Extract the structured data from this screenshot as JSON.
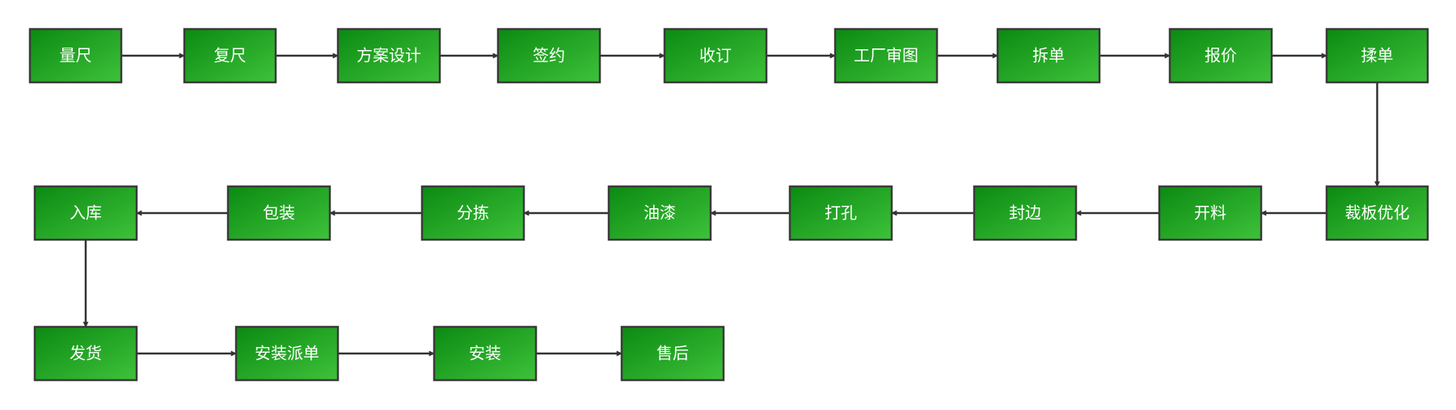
{
  "diagram": {
    "colors": {
      "node_fill_start": "#0b8a12",
      "node_fill_end": "#3ec23a",
      "node_border": "#3a3a3a",
      "node_text": "#ffffff",
      "edge": "#333333"
    },
    "nodes": [
      {
        "id": "n1",
        "label": "量尺"
      },
      {
        "id": "n2",
        "label": "复尺"
      },
      {
        "id": "n3",
        "label": "方案设计"
      },
      {
        "id": "n4",
        "label": "签约"
      },
      {
        "id": "n5",
        "label": "收订"
      },
      {
        "id": "n6",
        "label": "工厂审图"
      },
      {
        "id": "n7",
        "label": "拆单"
      },
      {
        "id": "n8",
        "label": "报价"
      },
      {
        "id": "n9",
        "label": "揉单"
      },
      {
        "id": "n10",
        "label": "裁板优化"
      },
      {
        "id": "n11",
        "label": "开料"
      },
      {
        "id": "n12",
        "label": "封边"
      },
      {
        "id": "n13",
        "label": "打孔"
      },
      {
        "id": "n14",
        "label": "油漆"
      },
      {
        "id": "n15",
        "label": "分拣"
      },
      {
        "id": "n16",
        "label": "包装"
      },
      {
        "id": "n17",
        "label": "入库"
      },
      {
        "id": "n18",
        "label": "发货"
      },
      {
        "id": "n19",
        "label": "安装派单"
      },
      {
        "id": "n20",
        "label": "安装"
      },
      {
        "id": "n21",
        "label": "售后"
      }
    ],
    "edges": [
      {
        "from": "n1",
        "to": "n2"
      },
      {
        "from": "n2",
        "to": "n3"
      },
      {
        "from": "n3",
        "to": "n4"
      },
      {
        "from": "n4",
        "to": "n5"
      },
      {
        "from": "n5",
        "to": "n6"
      },
      {
        "from": "n6",
        "to": "n7"
      },
      {
        "from": "n7",
        "to": "n8"
      },
      {
        "from": "n8",
        "to": "n9"
      },
      {
        "from": "n9",
        "to": "n10"
      },
      {
        "from": "n10",
        "to": "n11"
      },
      {
        "from": "n11",
        "to": "n12"
      },
      {
        "from": "n12",
        "to": "n13"
      },
      {
        "from": "n13",
        "to": "n14"
      },
      {
        "from": "n14",
        "to": "n15"
      },
      {
        "from": "n15",
        "to": "n16"
      },
      {
        "from": "n16",
        "to": "n17"
      },
      {
        "from": "n17",
        "to": "n18"
      },
      {
        "from": "n18",
        "to": "n19"
      },
      {
        "from": "n19",
        "to": "n20"
      },
      {
        "from": "n20",
        "to": "n21"
      }
    ]
  }
}
